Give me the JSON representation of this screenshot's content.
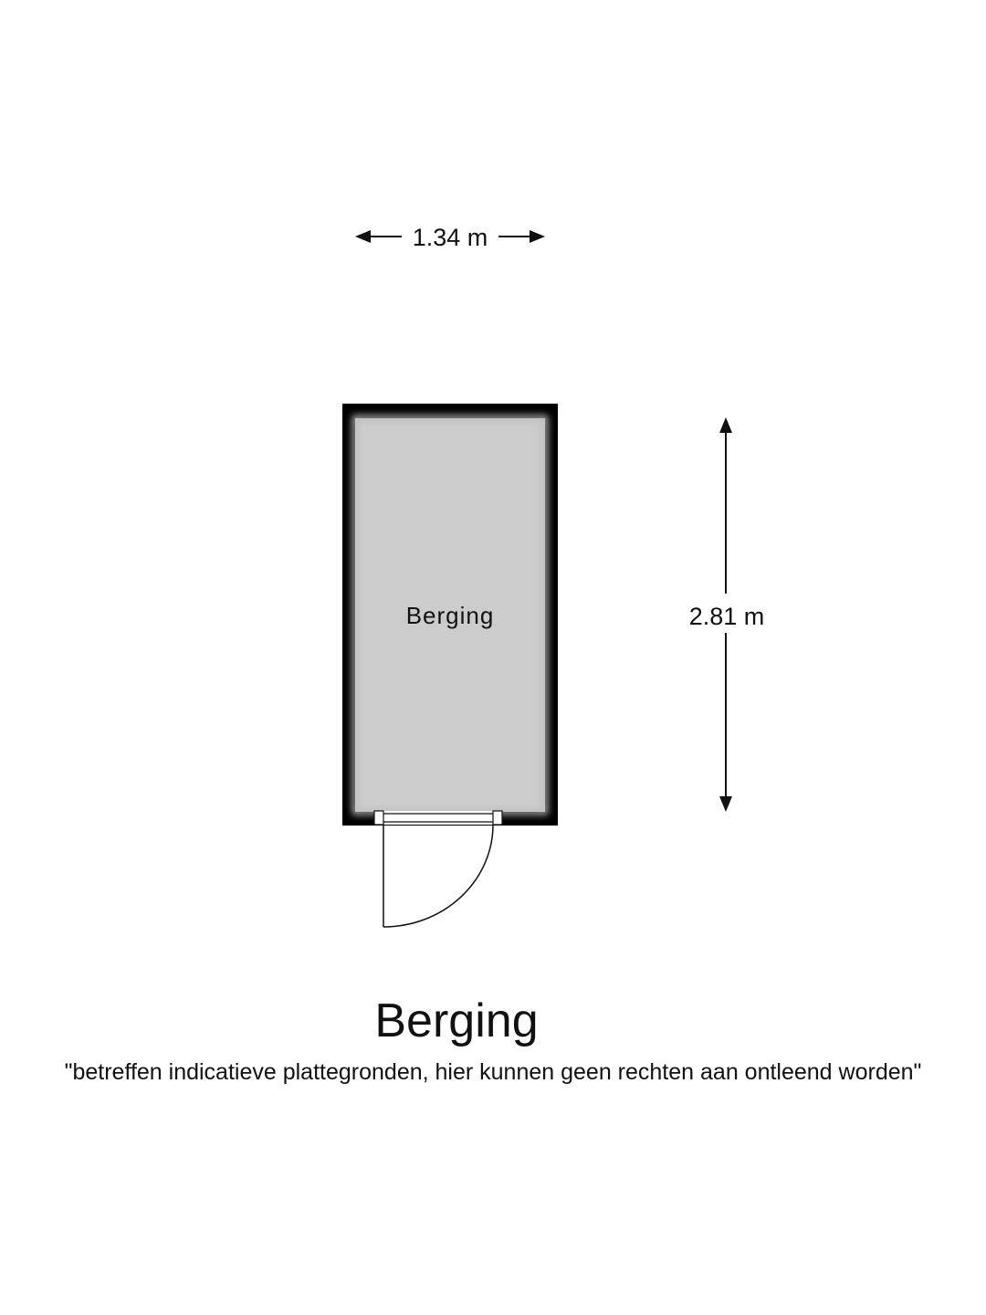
{
  "floorplan": {
    "width_dimension": "1.34 m",
    "height_dimension": "2.81 m",
    "room_label": "Berging",
    "title": "Berging",
    "disclaimer": "\"betreffen indicatieve plattegronden, hier kunnen geen rechten aan ontleend worden\"",
    "colors": {
      "wall": "#000000",
      "floor": "#cccccc",
      "background": "#ffffff",
      "text": "#111111"
    }
  }
}
